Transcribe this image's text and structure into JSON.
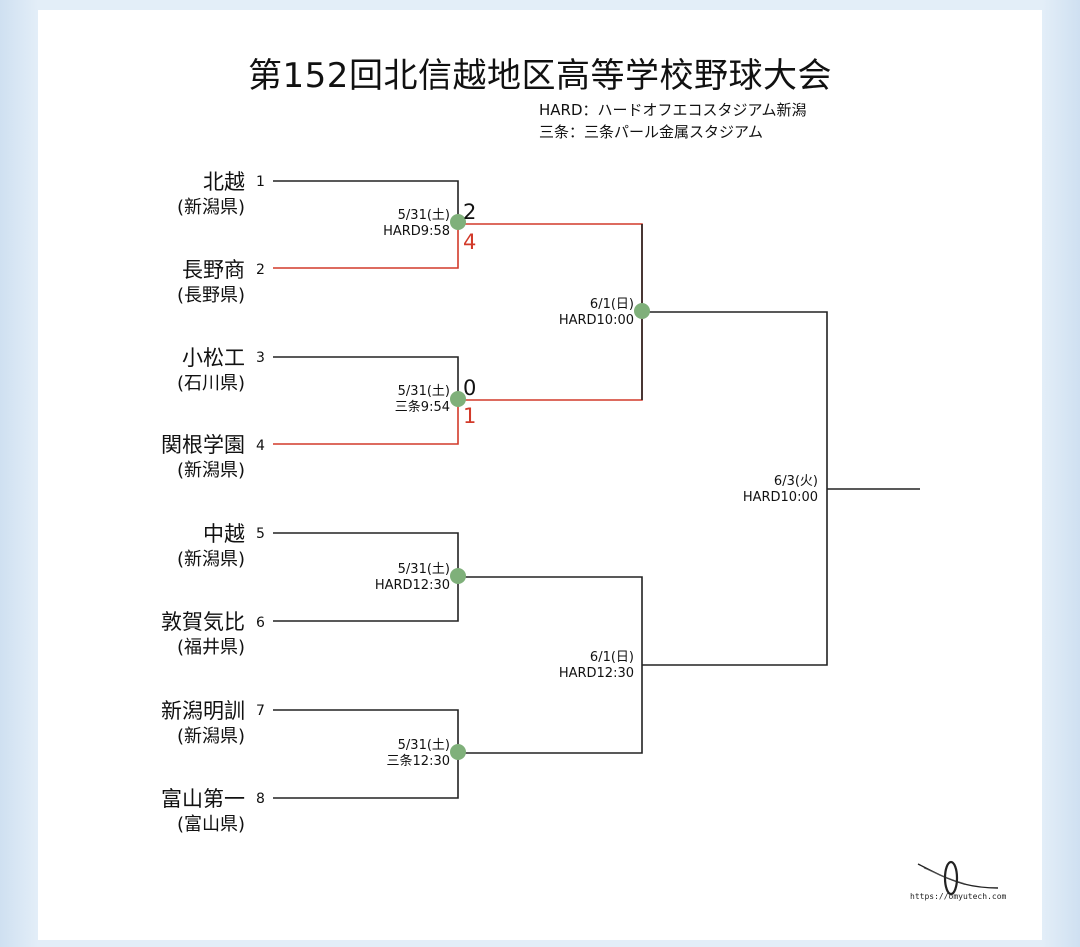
{
  "title": "第152回北信越地区高等学校野球大会",
  "venues": [
    "HARD：ハードオフエコスタジアム新潟",
    "三条：三条パール金属スタジアム"
  ],
  "teams": [
    {
      "seed": "1",
      "name": "北越",
      "pref": "(新潟県)"
    },
    {
      "seed": "2",
      "name": "長野商",
      "pref": "(長野県)"
    },
    {
      "seed": "3",
      "name": "小松工",
      "pref": "(石川県)"
    },
    {
      "seed": "4",
      "name": "関根学園",
      "pref": "(新潟県)"
    },
    {
      "seed": "5",
      "name": "中越",
      "pref": "(新潟県)"
    },
    {
      "seed": "6",
      "name": "敦賀気比",
      "pref": "(福井県)"
    },
    {
      "seed": "7",
      "name": "新潟明訓",
      "pref": "(新潟県)"
    },
    {
      "seed": "8",
      "name": "富山第一",
      "pref": "(富山県)"
    }
  ],
  "round1": [
    {
      "date": "5/31(土)",
      "time": "HARD9:58",
      "score_top": "2",
      "score_bottom": "4",
      "winner": "bottom"
    },
    {
      "date": "5/31(土)",
      "time": "三条9:54",
      "score_top": "0",
      "score_bottom": "1",
      "winner": "bottom"
    },
    {
      "date": "5/31(土)",
      "time": "HARD12:30",
      "score_top": "",
      "score_bottom": "",
      "winner": ""
    },
    {
      "date": "5/31(土)",
      "time": "三条12:30",
      "score_top": "",
      "score_bottom": "",
      "winner": ""
    }
  ],
  "round2": [
    {
      "date": "6/1(日)",
      "time": "HARD10:00"
    },
    {
      "date": "6/1(日)",
      "time": "HARD12:30"
    }
  ],
  "final": {
    "date": "6/3(火)",
    "time": "HARD10:00"
  },
  "logo_url": "https://omyutech.com",
  "colors": {
    "line": "#222222",
    "winner": "#d23a2a",
    "node": "#7fb07a",
    "background": "#ffffff"
  }
}
